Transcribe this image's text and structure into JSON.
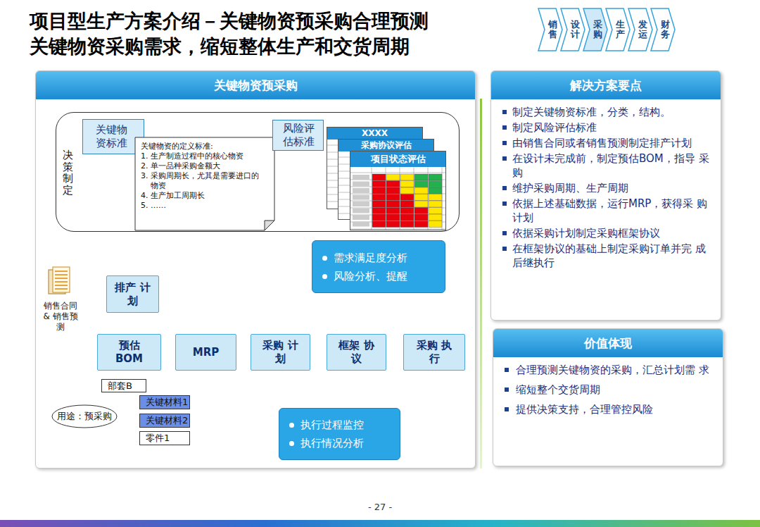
{
  "diagram": {
    "title": "项目型生产方案介绍－关键物资预采购合理预测 关键物资采购需求，缩短整体生产和交货周期",
    "nodes": [
      {
        "text": [
          "销售"
        ]
      },
      {
        "text": [
          "设计"
        ]
      },
      {
        "text": [
          "采购"
        ]
      },
      {
        "text": [
          "生产"
        ]
      },
      {
        "text": [
          "发运"
        ]
      },
      {
        "text": [
          "财务"
        ]
      },
      {
        "text": [
          "关键物资预采购"
        ]
      },
      {
        "text": [
          "决策制定"
        ],
        "in": 6
      },
      {
        "text": [
          "关键物 资标准"
        ],
        "in": 7
      },
      {
        "text": [
          "关键物资的定义标准:",
          "1. 生产制造过程中的核心物资",
          "2. 单一品种采购金额大",
          "3. 采购周期长，尤其是需要进口的 物资",
          "4. 生产加工周期长",
          "5. ……"
        ],
        "in": 7
      },
      {
        "text": [
          "风险评 估标准"
        ],
        "in": 7
      },
      {
        "text": [
          "XXXX"
        ],
        "in": 7
      },
      {
        "text": [
          "采购协议评估"
        ],
        "in": 7
      },
      {
        "text": [
          "项目状态评估"
        ],
        "in": 7
      },
      {
        "text": [
          "排产 计划"
        ],
        "in": 6
      },
      {
        "text": [
          "需求满足度分析",
          "风险分析、提醒"
        ],
        "in": 6
      },
      {
        "text": [
          "预估 BOM"
        ],
        "in": 6
      },
      {
        "text": [
          "MRP"
        ],
        "in": 6
      },
      {
        "text": [
          "采购 计划"
        ],
        "in": 6
      },
      {
        "text": [
          "框架 协议"
        ],
        "in": 6
      },
      {
        "text": [
          "采购 执行"
        ],
        "in": 6
      },
      {
        "text": [
          "执行过程监控",
          "执行情况分析"
        ],
        "in": 6
      },
      {
        "text": [
          "部套B"
        ],
        "in": 6
      },
      {
        "text": [
          "关键材料1"
        ],
        "in": 6
      },
      {
        "text": [
          "关键材料2"
        ],
        "in": 6
      },
      {
        "text": [
          "零件1"
        ],
        "in": 6
      },
      {
        "text": [
          "用途：预采购"
        ],
        "in": 6
      },
      {
        "text": [
          "销售合同 & 销售预测"
        ],
        "in": 6
      },
      {
        "text": [
          "解决方案要点",
          "制定关键物资标准，分类，结构。",
          "制定风险评估标准",
          "由销售合同或者销售预测制定排产计划",
          "在设计未完成前，制定预估BOM，指导 采购",
          "维护采购周期、生产周期",
          "依据上述基础数据，运行MRP，获得采 购计划",
          "依据采购计划制定采购框架协议",
          "在框架协议的基础上制定采购订单并完 成后继执行"
        ]
      },
      {
        "text": [
          "价值体现",
          "合理预测关键物资的采购，汇总计划需 求",
          "缩短整个交货周期",
          "提供决策支持，合理管控风险"
        ]
      }
    ],
    "edges": [
      {
        "from": 27,
        "to": 14,
        "arrow": "to"
      },
      {
        "from": 14,
        "to": 16,
        "arrow": "to"
      },
      {
        "from": 16,
        "to": 17,
        "arrow": "to"
      },
      {
        "from": 17,
        "to": 18,
        "arrow": "to"
      },
      {
        "from": 18,
        "to": 19,
        "arrow": "to"
      },
      {
        "from": 19,
        "to": 20,
        "arrow": "to"
      },
      {
        "from": 16,
        "to": 22,
        "arrow": "none"
      },
      {
        "from": 22,
        "to": 23,
        "arrow": "none"
      },
      {
        "from": 22,
        "to": 24,
        "arrow": "none"
      },
      {
        "from": 22,
        "to": 25,
        "arrow": "none"
      }
    ],
    "labels": [
      "- 27 -"
    ]
  }
}
